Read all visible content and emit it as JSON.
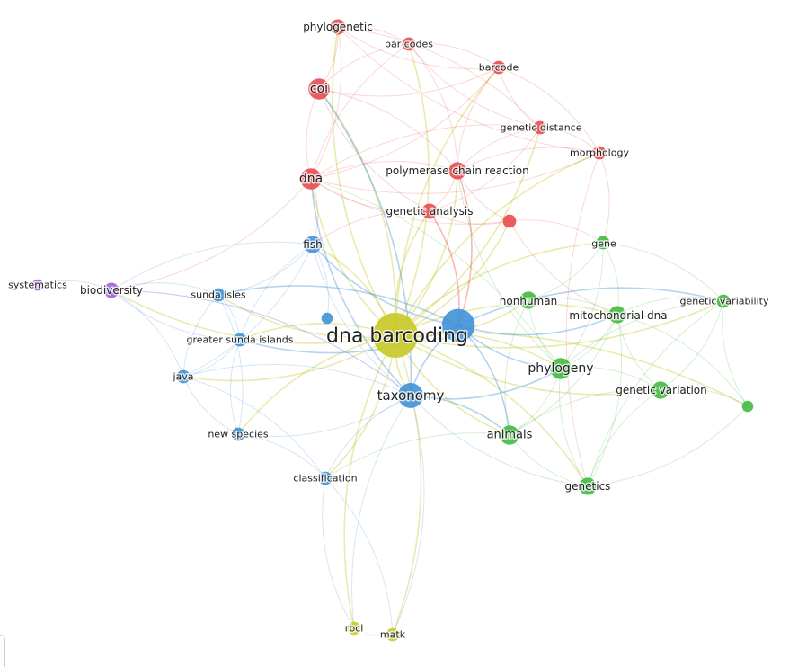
{
  "clusters": {
    "red": "#e8474a",
    "green": "#3db83a",
    "blue": "#3b8fd6",
    "yellow": "#c9c92a",
    "purple": "#a05ad6"
  },
  "nodes": [
    {
      "id": "dna-barcoding",
      "label": "dna barcoding",
      "cluster": "yellow",
      "weight": 10
    },
    {
      "id": "taxonomy",
      "label": "taxonomy",
      "cluster": "blue",
      "weight": 5
    },
    {
      "id": "phylogeny",
      "label": "phylogeny",
      "cluster": "green",
      "weight": 4
    },
    {
      "id": "animals",
      "label": "animals",
      "cluster": "green",
      "weight": 3.5
    },
    {
      "id": "genetics",
      "label": "genetics",
      "cluster": "green",
      "weight": 3
    },
    {
      "id": "genetic-variation",
      "label": "genetic variation",
      "cluster": "green",
      "weight": 3
    },
    {
      "id": "mitochondrial-dna",
      "label": "mitochondrial dna",
      "cluster": "green",
      "weight": 3
    },
    {
      "id": "nonhuman",
      "label": "nonhuman",
      "cluster": "green",
      "weight": 3
    },
    {
      "id": "gene",
      "label": "gene",
      "cluster": "green",
      "weight": 2
    },
    {
      "id": "genetic-variability",
      "label": "genetic variability",
      "cluster": "green",
      "weight": 2
    },
    {
      "id": "green-unlabeled",
      "label": "",
      "cluster": "green",
      "weight": 1.5
    },
    {
      "id": "dna",
      "label": "dna",
      "cluster": "red",
      "weight": 4
    },
    {
      "id": "coi",
      "label": "coi",
      "cluster": "red",
      "weight": 4
    },
    {
      "id": "phylogenetic",
      "label": "phylogenetic",
      "cluster": "red",
      "weight": 2.5
    },
    {
      "id": "bar-codes",
      "label": "bar codes",
      "cluster": "red",
      "weight": 2
    },
    {
      "id": "barcode",
      "label": "barcode",
      "cluster": "red",
      "weight": 2
    },
    {
      "id": "genetic-distance",
      "label": "genetic distance",
      "cluster": "red",
      "weight": 2
    },
    {
      "id": "morphology",
      "label": "morphology",
      "cluster": "red",
      "weight": 2
    },
    {
      "id": "polymerase-chain-reaction",
      "label": "polymerase chain reaction",
      "cluster": "red",
      "weight": 3
    },
    {
      "id": "genetic-analysis",
      "label": "genetic analysis",
      "cluster": "red",
      "weight": 2.5
    },
    {
      "id": "red-unlabeled",
      "label": "",
      "cluster": "red",
      "weight": 2
    },
    {
      "id": "fish",
      "label": "fish",
      "cluster": "blue",
      "weight": 3
    },
    {
      "id": "sunda-isles",
      "label": "sunda isles",
      "cluster": "blue",
      "weight": 2
    },
    {
      "id": "greater-sunda-islands",
      "label": "greater sunda islands",
      "cluster": "blue",
      "weight": 2
    },
    {
      "id": "java",
      "label": "java",
      "cluster": "blue",
      "weight": 2
    },
    {
      "id": "new-species",
      "label": "new species",
      "cluster": "blue",
      "weight": 2
    },
    {
      "id": "classification",
      "label": "classification",
      "cluster": "blue",
      "weight": 2
    },
    {
      "id": "blue-large-unlabeled",
      "label": "",
      "cluster": "blue",
      "weight": 7
    },
    {
      "id": "blue-small-unlabeled",
      "label": "",
      "cluster": "blue",
      "weight": 1.5
    },
    {
      "id": "biodiversity",
      "label": "biodiversity",
      "cluster": "purple",
      "weight": 2.5
    },
    {
      "id": "systematics",
      "label": "systematics",
      "cluster": "purple",
      "weight": 1.5
    },
    {
      "id": "rbcl",
      "label": "rbcl",
      "cluster": "yellow",
      "weight": 2
    },
    {
      "id": "matk",
      "label": "matk",
      "cluster": "yellow",
      "weight": 2
    }
  ],
  "edges": [
    [
      "dna-barcoding",
      "taxonomy"
    ],
    [
      "dna-barcoding",
      "phylogeny"
    ],
    [
      "dna-barcoding",
      "animals"
    ],
    [
      "dna-barcoding",
      "genetics"
    ],
    [
      "dna-barcoding",
      "genetic-variation"
    ],
    [
      "dna-barcoding",
      "mitochondrial-dna"
    ],
    [
      "dna-barcoding",
      "nonhuman"
    ],
    [
      "dna-barcoding",
      "gene"
    ],
    [
      "dna-barcoding",
      "genetic-variability"
    ],
    [
      "dna-barcoding",
      "dna"
    ],
    [
      "dna-barcoding",
      "coi"
    ],
    [
      "dna-barcoding",
      "phylogenetic"
    ],
    [
      "dna-barcoding",
      "bar-codes"
    ],
    [
      "dna-barcoding",
      "barcode"
    ],
    [
      "dna-barcoding",
      "genetic-distance"
    ],
    [
      "dna-barcoding",
      "morphology"
    ],
    [
      "dna-barcoding",
      "polymerase-chain-reaction"
    ],
    [
      "dna-barcoding",
      "genetic-analysis"
    ],
    [
      "dna-barcoding",
      "fish"
    ],
    [
      "dna-barcoding",
      "sunda-isles"
    ],
    [
      "dna-barcoding",
      "greater-sunda-islands"
    ],
    [
      "dna-barcoding",
      "java"
    ],
    [
      "dna-barcoding",
      "new-species"
    ],
    [
      "dna-barcoding",
      "classification"
    ],
    [
      "dna-barcoding",
      "blue-large-unlabeled"
    ],
    [
      "dna-barcoding",
      "biodiversity"
    ],
    [
      "dna-barcoding",
      "rbcl"
    ],
    [
      "dna-barcoding",
      "matk"
    ],
    [
      "dna-barcoding",
      "red-unlabeled"
    ],
    [
      "dna-barcoding",
      "green-unlabeled"
    ],
    [
      "taxonomy",
      "phylogeny"
    ],
    [
      "taxonomy",
      "animals"
    ],
    [
      "taxonomy",
      "genetics"
    ],
    [
      "taxonomy",
      "fish"
    ],
    [
      "taxonomy",
      "classification"
    ],
    [
      "taxonomy",
      "new-species"
    ],
    [
      "taxonomy",
      "java"
    ],
    [
      "taxonomy",
      "dna"
    ],
    [
      "taxonomy",
      "coi"
    ],
    [
      "taxonomy",
      "blue-large-unlabeled"
    ],
    [
      "taxonomy",
      "rbcl"
    ],
    [
      "taxonomy",
      "matk"
    ],
    [
      "taxonomy",
      "biodiversity"
    ],
    [
      "phylogeny",
      "animals"
    ],
    [
      "phylogeny",
      "genetics"
    ],
    [
      "phylogeny",
      "genetic-variation"
    ],
    [
      "phylogeny",
      "mitochondrial-dna"
    ],
    [
      "phylogeny",
      "nonhuman"
    ],
    [
      "phylogeny",
      "gene"
    ],
    [
      "phylogeny",
      "genetic-variability"
    ],
    [
      "phylogeny",
      "dna"
    ],
    [
      "phylogeny",
      "polymerase-chain-reaction"
    ],
    [
      "animals",
      "genetics"
    ],
    [
      "animals",
      "genetic-variation"
    ],
    [
      "animals",
      "mitochondrial-dna"
    ],
    [
      "animals",
      "nonhuman"
    ],
    [
      "animals",
      "classification"
    ],
    [
      "genetics",
      "genetic-variation"
    ],
    [
      "genetics",
      "mitochondrial-dna"
    ],
    [
      "genetics",
      "genetic-variability"
    ],
    [
      "genetics",
      "green-unlabeled"
    ],
    [
      "genetic-variation",
      "mitochondrial-dna"
    ],
    [
      "genetic-variation",
      "genetic-variability"
    ],
    [
      "genetic-variation",
      "green-unlabeled"
    ],
    [
      "mitochondrial-dna",
      "gene"
    ],
    [
      "mitochondrial-dna",
      "genetic-variability"
    ],
    [
      "mitochondrial-dna",
      "nonhuman"
    ],
    [
      "mitochondrial-dna",
      "green-unlabeled"
    ],
    [
      "nonhuman",
      "gene"
    ],
    [
      "gene",
      "genetic-variability"
    ],
    [
      "genetic-variability",
      "green-unlabeled"
    ],
    [
      "dna",
      "coi"
    ],
    [
      "dna",
      "phylogenetic"
    ],
    [
      "dna",
      "bar-codes"
    ],
    [
      "dna",
      "barcode"
    ],
    [
      "dna",
      "genetic-distance"
    ],
    [
      "dna",
      "morphology"
    ],
    [
      "dna",
      "polymerase-chain-reaction"
    ],
    [
      "dna",
      "genetic-analysis"
    ],
    [
      "dna",
      "fish"
    ],
    [
      "dna",
      "red-unlabeled"
    ],
    [
      "dna",
      "biodiversity"
    ],
    [
      "coi",
      "phylogenetic"
    ],
    [
      "coi",
      "bar-codes"
    ],
    [
      "coi",
      "barcode"
    ],
    [
      "coi",
      "polymerase-chain-reaction"
    ],
    [
      "coi",
      "genetic-analysis"
    ],
    [
      "phylogenetic",
      "bar-codes"
    ],
    [
      "phylogenetic",
      "barcode"
    ],
    [
      "phylogenetic",
      "genetic-distance"
    ],
    [
      "phylogenetic",
      "morphology"
    ],
    [
      "bar-codes",
      "barcode"
    ],
    [
      "bar-codes",
      "genetic-distance"
    ],
    [
      "bar-codes",
      "polymerase-chain-reaction"
    ],
    [
      "barcode",
      "genetic-distance"
    ],
    [
      "barcode",
      "morphology"
    ],
    [
      "barcode",
      "polymerase-chain-reaction"
    ],
    [
      "genetic-distance",
      "morphology"
    ],
    [
      "genetic-distance",
      "polymerase-chain-reaction"
    ],
    [
      "genetic-distance",
      "genetic-analysis"
    ],
    [
      "morphology",
      "polymerase-chain-reaction"
    ],
    [
      "morphology",
      "gene"
    ],
    [
      "morphology",
      "genetics"
    ],
    [
      "polymerase-chain-reaction",
      "genetic-analysis"
    ],
    [
      "polymerase-chain-reaction",
      "red-unlabeled"
    ],
    [
      "polymerase-chain-reaction",
      "blue-large-unlabeled"
    ],
    [
      "genetic-analysis",
      "red-unlabeled"
    ],
    [
      "genetic-analysis",
      "blue-large-unlabeled"
    ],
    [
      "genetic-analysis",
      "fish"
    ],
    [
      "fish",
      "sunda-isles"
    ],
    [
      "fish",
      "greater-sunda-islands"
    ],
    [
      "fish",
      "java"
    ],
    [
      "fish",
      "blue-large-unlabeled"
    ],
    [
      "fish",
      "blue-small-unlabeled"
    ],
    [
      "fish",
      "biodiversity"
    ],
    [
      "sunda-isles",
      "greater-sunda-islands"
    ],
    [
      "sunda-isles",
      "java"
    ],
    [
      "sunda-isles",
      "new-species"
    ],
    [
      "sunda-isles",
      "biodiversity"
    ],
    [
      "greater-sunda-islands",
      "java"
    ],
    [
      "greater-sunda-islands",
      "new-species"
    ],
    [
      "greater-sunda-islands",
      "biodiversity"
    ],
    [
      "java",
      "new-species"
    ],
    [
      "java",
      "classification"
    ],
    [
      "java",
      "biodiversity"
    ],
    [
      "new-species",
      "classification"
    ],
    [
      "classification",
      "rbcl"
    ],
    [
      "classification",
      "matk"
    ],
    [
      "blue-large-unlabeled",
      "phylogeny"
    ],
    [
      "blue-large-unlabeled",
      "animals"
    ],
    [
      "blue-large-unlabeled",
      "mitochondrial-dna"
    ],
    [
      "blue-large-unlabeled",
      "genetic-variability"
    ],
    [
      "blue-large-unlabeled",
      "sunda-isles"
    ],
    [
      "blue-large-unlabeled",
      "greater-sunda-islands"
    ],
    [
      "biodiversity",
      "systematics"
    ],
    [
      "biodiversity",
      "taxonomy"
    ],
    [
      "rbcl",
      "matk"
    ],
    [
      "red-unlabeled",
      "gene"
    ],
    [
      "red-unlabeled",
      "mitochondrial-dna"
    ]
  ]
}
